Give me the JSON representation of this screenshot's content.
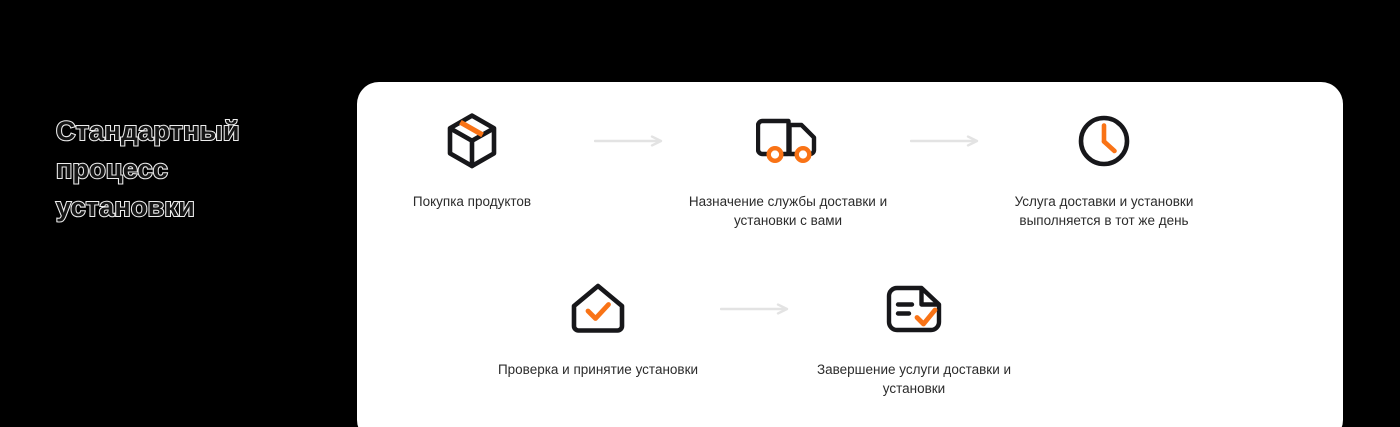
{
  "colors": {
    "background": "#000000",
    "card": "#ffffff",
    "accent_orange": "#F97316",
    "icon_dark": "#17171A",
    "arrow_gray": "#E3E3E3",
    "label_text": "#2b2b2b",
    "heading_fill": "#151515",
    "heading_stroke": "#ededed"
  },
  "heading": {
    "text": "Стандартный\nпроцесс\nустановки"
  },
  "steps_top": [
    {
      "icon": "package-box-icon",
      "label": "Покупка продуктов"
    },
    {
      "icon": "delivery-truck-icon",
      "label": "Назначение службы доставки и установки с вами"
    },
    {
      "icon": "clock-icon",
      "label": "Услуга доставки и установки выполняется в тот же день"
    }
  ],
  "steps_bottom": [
    {
      "icon": "house-check-icon",
      "label": "Проверка и принятие установки"
    },
    {
      "icon": "document-check-icon",
      "label": "Завершение услуги доставки и установки"
    }
  ],
  "arrows": [
    {
      "name": "arrow-step1-to-step2",
      "direction": "right"
    },
    {
      "name": "arrow-step2-to-step3",
      "direction": "right"
    },
    {
      "name": "arrow-step4-to-step5",
      "direction": "right"
    }
  ]
}
